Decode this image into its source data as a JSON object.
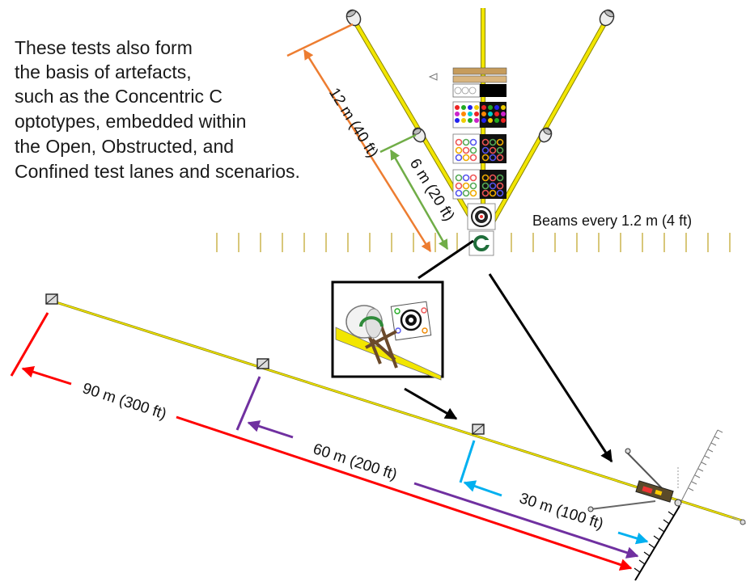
{
  "caption_lines": [
    "These tests also form",
    "the basis of artefacts,",
    "such as the Concentric C",
    "optotypes, embedded within",
    "the Open, Obstructed, and",
    "Confined test lanes and scenarios."
  ],
  "beams_label": "Beams every 1.2 m (4 ft)",
  "upper_distances": {
    "far": "12 m (40 ft)",
    "near": "6 m (20 ft)"
  },
  "lower_distances": {
    "d90": "90 m (300 ft)",
    "d60": "60 m (200 ft)",
    "d30": "30 m (100 ft)"
  },
  "colors": {
    "orange": "#ED7D31",
    "green": "#70AD47",
    "red": "#FF0000",
    "purple": "#7030A0",
    "cyan": "#00B0F0",
    "rail": "#F2E600",
    "beam": "#D8C77A",
    "black": "#000000"
  },
  "icons": [
    "camera-icon",
    "optotype-chart-icon",
    "concentric-c-target-icon",
    "robot-vehicle-icon"
  ]
}
